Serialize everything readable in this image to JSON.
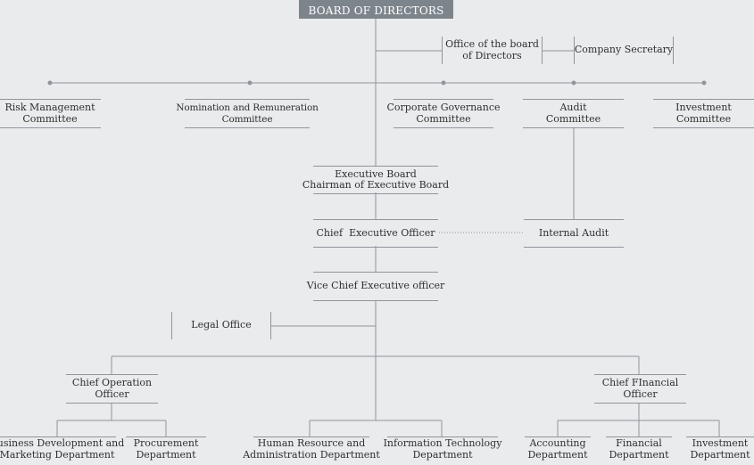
{
  "board": {
    "label": "BOARD OF DIRECTORS"
  },
  "office_board": {
    "line1": "Office of the board",
    "line2": "of Directors"
  },
  "company_secretary": {
    "label": "Company Secretary"
  },
  "committees": {
    "risk": {
      "line1": "Risk Management",
      "line2": "Committee"
    },
    "nomination": {
      "line1": "Nomination and Remuneration",
      "line2": "Committee"
    },
    "governance": {
      "line1": "Corporate Governance",
      "line2": "Committee"
    },
    "audit": {
      "line1": "Audit",
      "line2": "Committee"
    },
    "investment": {
      "line1": "Investment",
      "line2": "Committee"
    }
  },
  "executive_board": {
    "line1": "Executive Board",
    "line2": "Chairman of Executive Board"
  },
  "ceo": {
    "label": "Chief  Executive Officer"
  },
  "internal_audit": {
    "label": "Internal Audit"
  },
  "vice_ceo": {
    "label": "Vice Chief Executive officer"
  },
  "legal_office": {
    "label": "Legal Office"
  },
  "coo": {
    "line1": "Chief Operation",
    "line2": "Officer"
  },
  "cfo": {
    "line1": "Chief FInancial",
    "line2": "Officer"
  },
  "departments": {
    "business_dev": {
      "line1": "Business Development and",
      "line2": "Marketing Department"
    },
    "procurement": {
      "line1": "Procurement",
      "line2": "Department"
    },
    "hr": {
      "line1": "Human Resource and",
      "line2": "Administration Department"
    },
    "it": {
      "line1": "Information Technology",
      "line2": "Department"
    },
    "accounting": {
      "line1": "Accounting",
      "line2": "Department"
    },
    "financial": {
      "line1": "Financial",
      "line2": "Department"
    },
    "investment": {
      "line1": "Investment",
      "line2": "Department"
    }
  }
}
